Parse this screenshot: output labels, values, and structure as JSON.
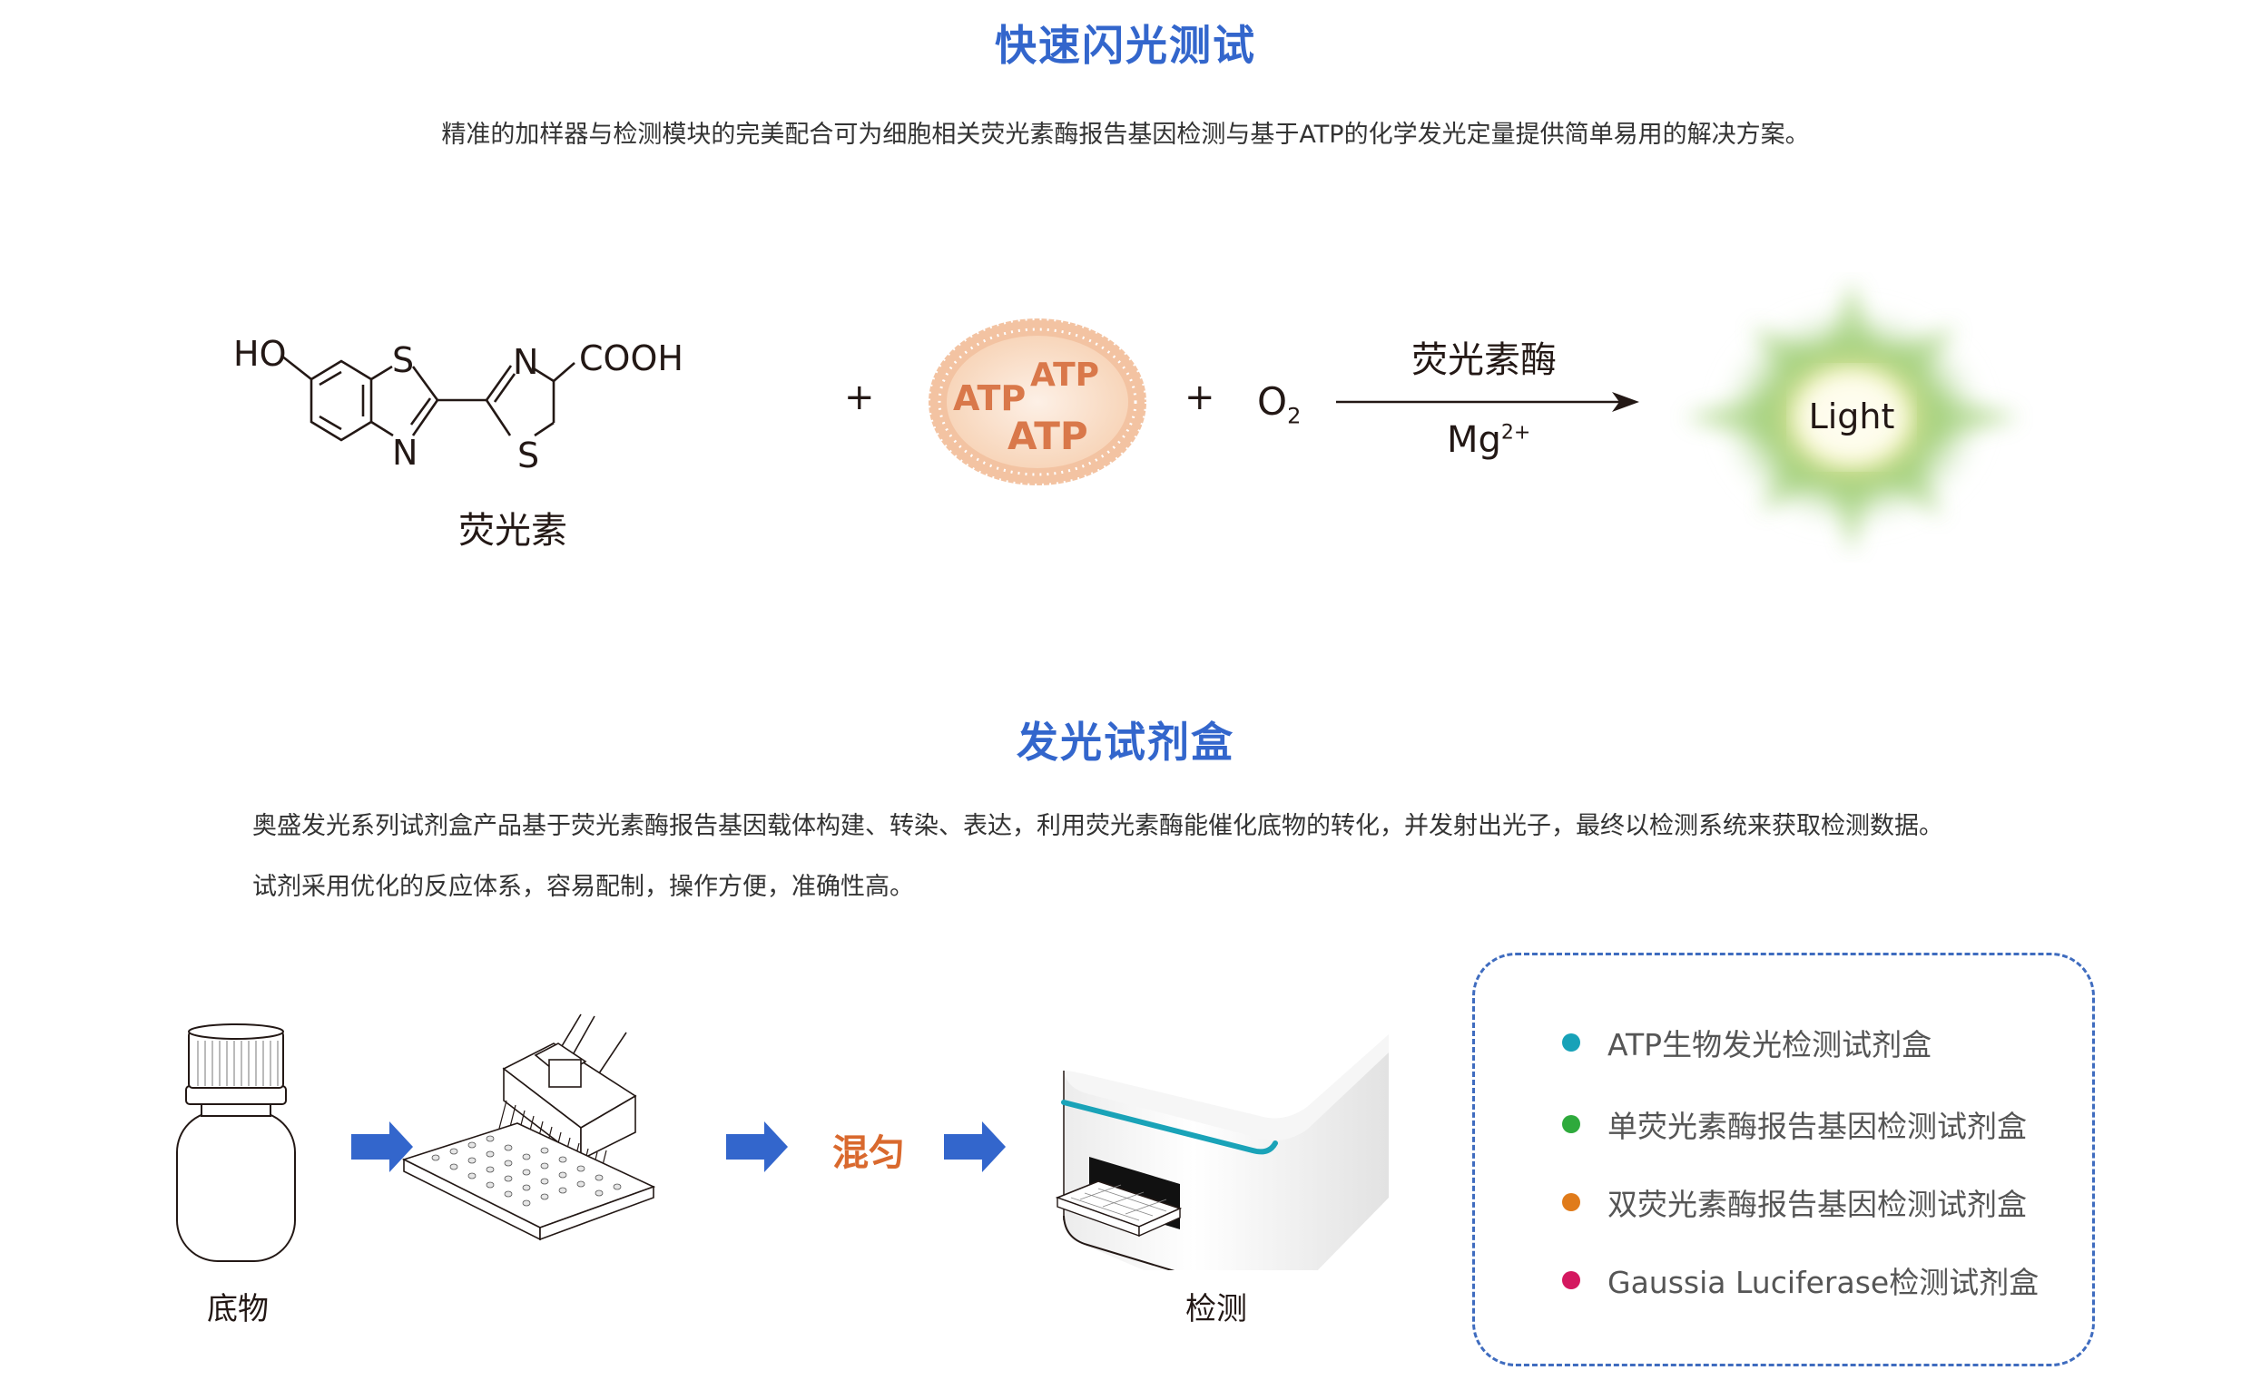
{
  "section1": {
    "title": "快速闪光测试",
    "description": "精准的加样器与检测模块的完美配合可为细胞相关荧光素酶报告基因检测与基于ATP的化学发光定量提供简单易用的解决方案。"
  },
  "reaction": {
    "luciferin": {
      "atoms": {
        "ho": "HO",
        "s1": "S",
        "n1": "N",
        "n2": "N",
        "cooh": "COOH",
        "s2": "S"
      },
      "label": "荧光素"
    },
    "plus1": "+",
    "atp_cell": {
      "labels": [
        "ATP",
        "ATP",
        "ATP"
      ]
    },
    "plus2": "+",
    "oxygen": {
      "symbol": "O",
      "subscript": "2"
    },
    "arrow": {
      "above": "荧光素酶",
      "below_base": "Mg",
      "below_superscript": "2+"
    },
    "product": "Light"
  },
  "section2": {
    "title": "发光试剂盒",
    "description_lines": [
      "奥盛发光系列试剂盒产品基于荧光素酶报告基因载体构建、转染、表达，利用荧光素酶能催化底物的转化，并发射出光子，最终以检测系统来获取检测数据。",
      "试剂采用优化的反应体系，容易配制，操作方便，准确性高。"
    ]
  },
  "workflow": {
    "steps": [
      {
        "name": "substrate",
        "label": "底物"
      },
      {
        "name": "pipetting",
        "label": ""
      },
      {
        "name": "mix",
        "label": "混匀"
      },
      {
        "name": "detection",
        "label": "检测"
      }
    ],
    "arrow_color": "#3366cc",
    "mix_color": "#d9692e",
    "reader_stripe_color": "#1aa3b8"
  },
  "kits": {
    "border_color": "#3f6cbf",
    "items": [
      {
        "label": "ATP生物发光检测试剂盒",
        "color": "#17a2b8"
      },
      {
        "label": "单荧光素酶报告基因检测试剂盒",
        "color": "#2eaa3c"
      },
      {
        "label": "双荧光素酶报告基因检测试剂盒",
        "color": "#e07b1a"
      },
      {
        "label": "Gaussia Luciferase检测试剂盒",
        "color": "#d4185f"
      }
    ]
  },
  "colors": {
    "title_blue": "#3366cc",
    "atp_text": "#d9784a",
    "atp_fill": "#f9dcc6",
    "atp_membrane": "#f0b897"
  }
}
